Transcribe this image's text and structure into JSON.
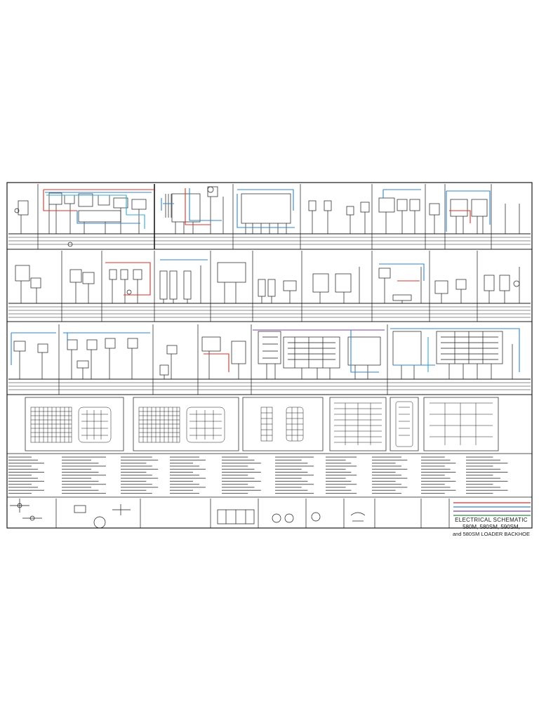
{
  "title_block": {
    "line1": "ELECTRICAL SCHEMATIC",
    "line2": "580M, 580SM, 590SM,",
    "line3": "and 580SM LOADER BACKHOE"
  },
  "colors": {
    "wire_black": "#1a1a1a",
    "wire_red": "#d8322b",
    "wire_blue": "#2f86c8",
    "wire_cyan": "#34a9cf",
    "wire_purple": "#7b3f9e",
    "wire_green": "#2e8b3a",
    "paper": "#ffffff"
  }
}
